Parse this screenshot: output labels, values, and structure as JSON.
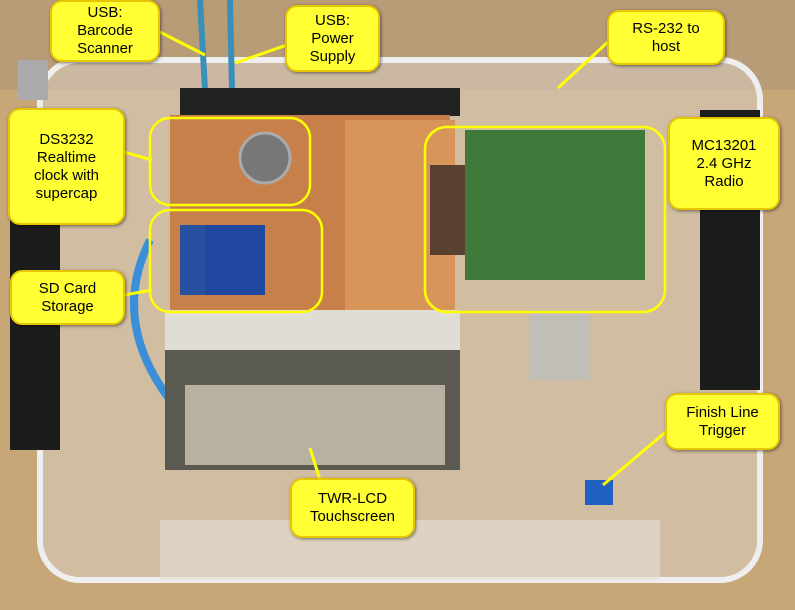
{
  "callouts": {
    "usb_barcode": "USB:\nBarcode\nScanner",
    "usb_power": "USB:\nPower\nSupply",
    "rs232": "RS-232 to\nhost",
    "ds3232": "DS3232\nRealtime\nclock with\nsupercap",
    "mc13201": "MC13201\n2.4 GHz\nRadio",
    "sd_card": "SD Card\nStorage",
    "finish_line": "Finish Line\nTrigger",
    "twr_lcd": "TWR-LCD\nTouchscreen"
  },
  "colors": {
    "callout": "#ffff33",
    "highlight": "#ffff00",
    "background": "#c7a678",
    "pcb": "#c8804a",
    "radio_pcb": "#3f7a3a"
  }
}
